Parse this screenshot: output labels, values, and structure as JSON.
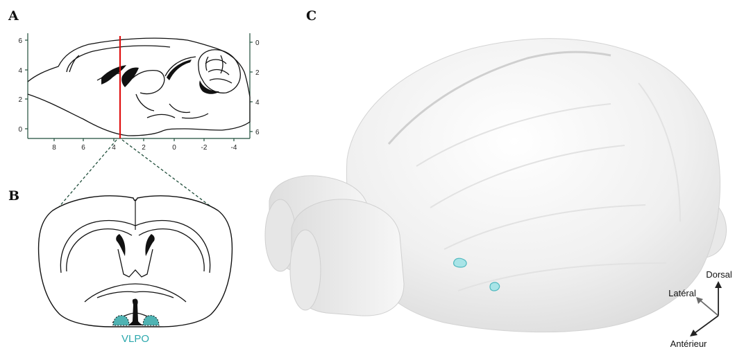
{
  "panels": {
    "a": "A",
    "b": "B",
    "c": "C"
  },
  "sagittal": {
    "x_ticks": [
      "8",
      "6",
      "4",
      "2",
      "0",
      "-2",
      "-4"
    ],
    "y_left_ticks": [
      "6",
      "4",
      "2",
      "0"
    ],
    "y_right_ticks": [
      "0",
      "2",
      "4",
      "6"
    ],
    "section_line_color": "#e01010",
    "axis_color": "#1f4d3a"
  },
  "coronal": {
    "region_label": "VLPO",
    "region_color": "#4fb3b3"
  },
  "orientation": {
    "dorsal": "Dorsal",
    "lateral": "Latéral",
    "anterior": "Antérieur"
  },
  "colors": {
    "brain_fill": "#f2f2f2",
    "region_3d": "#7fd6da"
  }
}
